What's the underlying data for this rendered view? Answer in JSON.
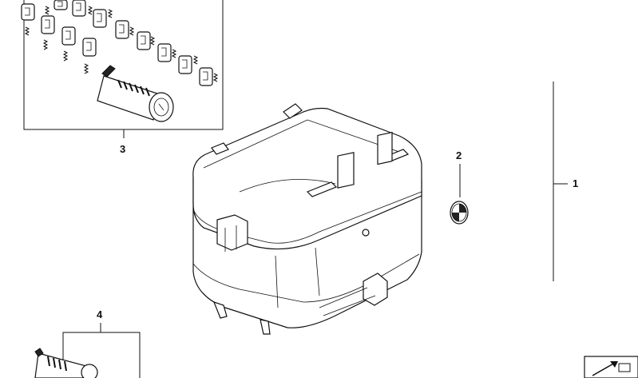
{
  "callouts": {
    "item_1": "1",
    "item_2": "2",
    "item_3": "3",
    "item_4": "4"
  },
  "icons": {
    "logo": "bmw-roundel-icon",
    "corner": "catalog-arrow-icon"
  }
}
